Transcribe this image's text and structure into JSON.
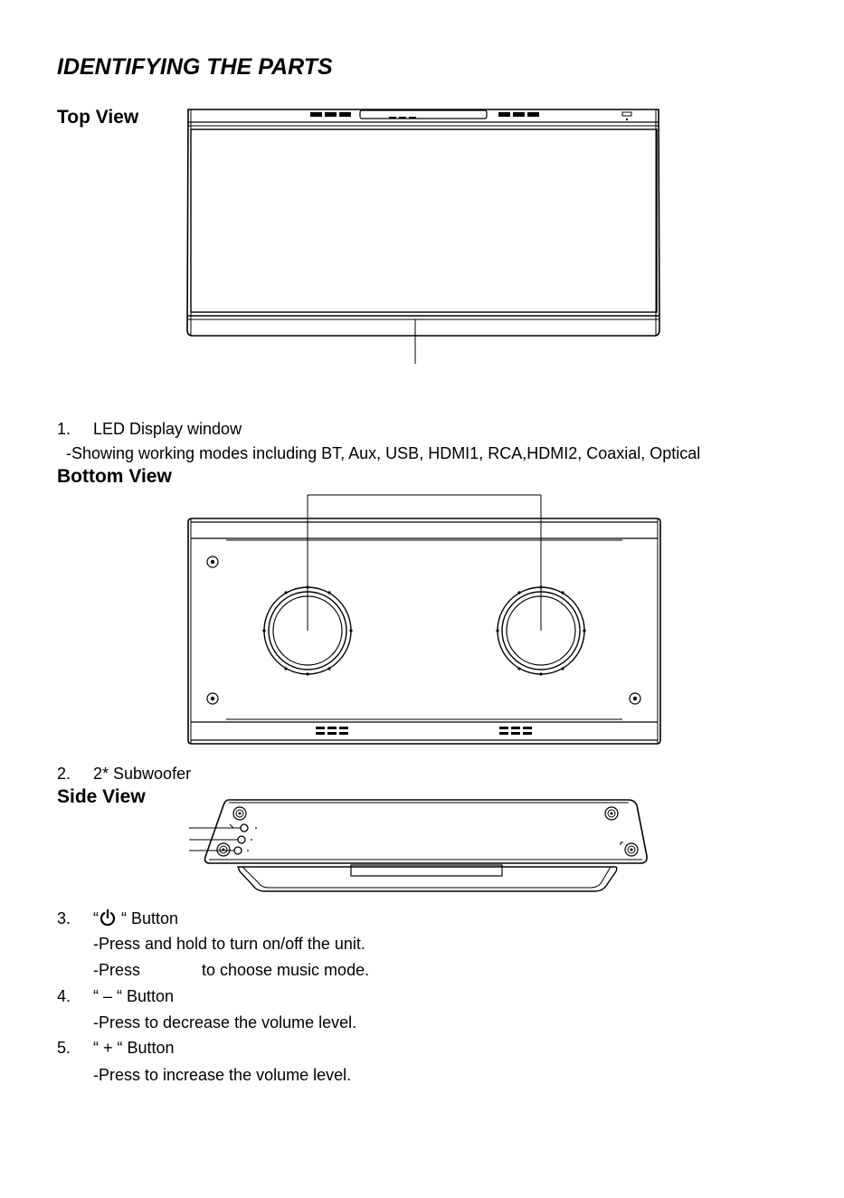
{
  "page_title": "IDENTIFYING THE PARTS",
  "top_view": {
    "heading": "Top View",
    "item_number": "1.",
    "item_name": "LED Display window",
    "item_desc": "-Showing working modes including BT, Aux, USB, HDMI1, RCA,HDMI2, Coaxial, Optical"
  },
  "bottom_view": {
    "heading": "Bottom View",
    "item_number": "2.",
    "item_name": "2* Subwoofer"
  },
  "side_view": {
    "heading": "Side View",
    "items": [
      {
        "number": "3.",
        "name_prefix": "“",
        "name_suffix": " “ Button",
        "icon": "power-icon",
        "desc_1": "-Press and hold to turn on/off the unit.",
        "desc_2_start": "-Press",
        "desc_2_end": "to choose music mode."
      },
      {
        "number": "4.",
        "name": "“ – “ Button",
        "desc": "-Press to decrease the volume level."
      },
      {
        "number": "5.",
        "name": "“ + “ Button",
        "desc": "-Press to increase the volume level."
      }
    ]
  }
}
